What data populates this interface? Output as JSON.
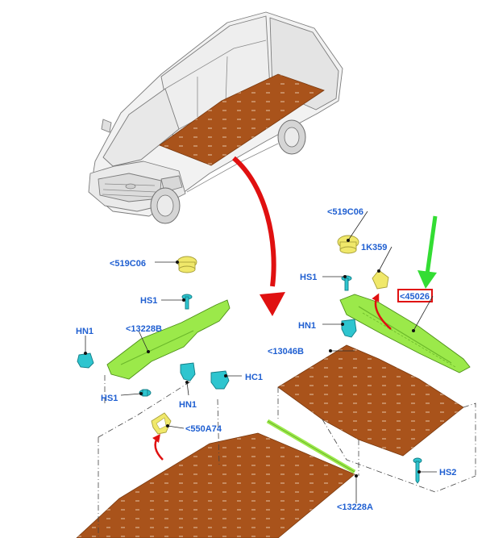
{
  "callouts": {
    "c519c06_right": "<519C06",
    "c1k359": "1K359",
    "hs1_right": "HS1",
    "c45026": "<45026",
    "hn1_right": "HN1",
    "c13046b": "<13046B",
    "c519c06_left": "<519C06",
    "hs1_left_top": "HS1",
    "hn1_left": "HN1",
    "c13228b": "<13228B",
    "hs1_left_bottom": "HS1",
    "hn1_left_bottom": "HN1",
    "hc1": "HC1",
    "c550a74": "<550A74",
    "hs2": "HS2",
    "c13228a": "<13228A"
  },
  "colors": {
    "floor": "#a9531b",
    "trim": "#9be94a",
    "fastener": "#2ec5cf",
    "plug": "#f0e86a",
    "label": "#1f5fd1",
    "arrow_red": "#e01010",
    "arrow_green": "#33dd33"
  }
}
